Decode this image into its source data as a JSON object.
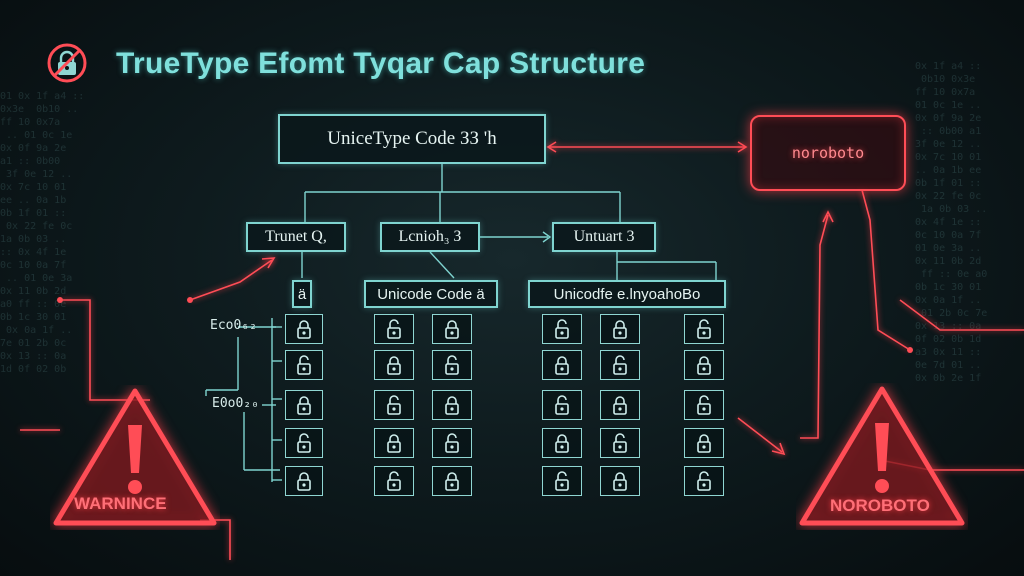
{
  "title": "TrueType Efomt Tyqar Cap Structure",
  "nodes": {
    "root": "UnicеType Code  ЗЗ  'h",
    "left_level": "Trunet  Q,",
    "mid_level": "Lcnioh₃ З",
    "right_level": "Untuart 3",
    "left_small": "ä",
    "unicode_block_a": "Unicode Code ä",
    "unicode_block_b": "Unicodfe e.lnyoahoBo",
    "red_box": "noroboto"
  },
  "side_labels": {
    "upper": "Eco0₆₂",
    "lower": "E0o0₂₀"
  },
  "warnings": {
    "left": "WARNINCE",
    "right": "NOROBOTO"
  },
  "colors": {
    "accent": "#7fd4d0",
    "alert": "#ff4d56",
    "background": "#0b1417"
  },
  "icons": [
    "lock-icon",
    "warning-icon"
  ]
}
